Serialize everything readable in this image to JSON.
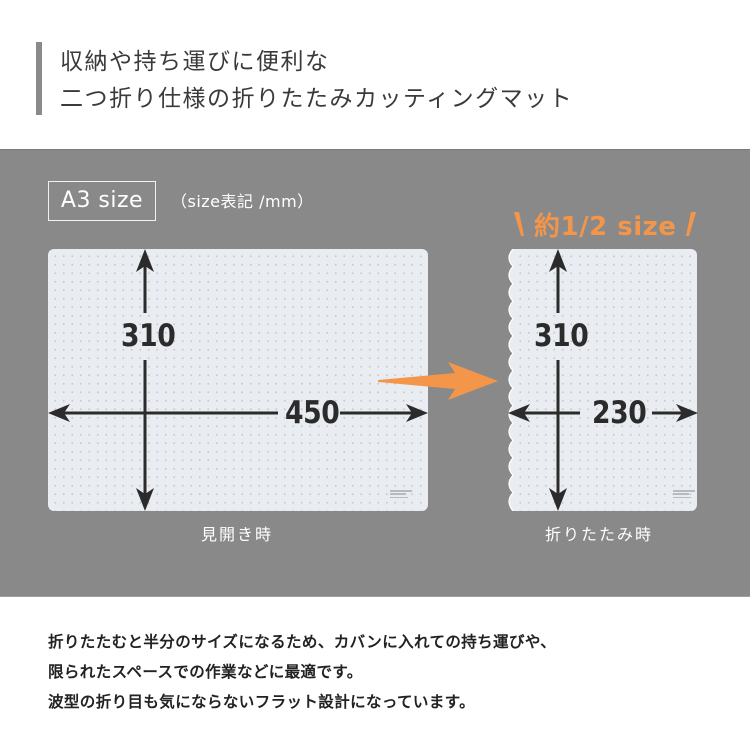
{
  "header": {
    "title_lines": [
      "収納や持ち運びに便利な",
      "二つ折り仕様の折りたたみカッティングマット"
    ]
  },
  "diagram": {
    "size_label": "A3 size",
    "size_note": "（size表記 /mm）",
    "half_badge": "約1/2 size",
    "accent_color": "#f3964a",
    "band_color": "#898989",
    "open": {
      "height": "310",
      "width": "450",
      "caption": "見開き時"
    },
    "folded": {
      "height": "310",
      "width": "230",
      "caption": "折りたたみ時"
    }
  },
  "description": {
    "lines": [
      "折りたたむと半分のサイズになるため、カバンに入れての持ち運びや、",
      "限られたスペースでの作業などに最適です。",
      "波型の折り目も気にならないフラット設計になっています。"
    ]
  }
}
